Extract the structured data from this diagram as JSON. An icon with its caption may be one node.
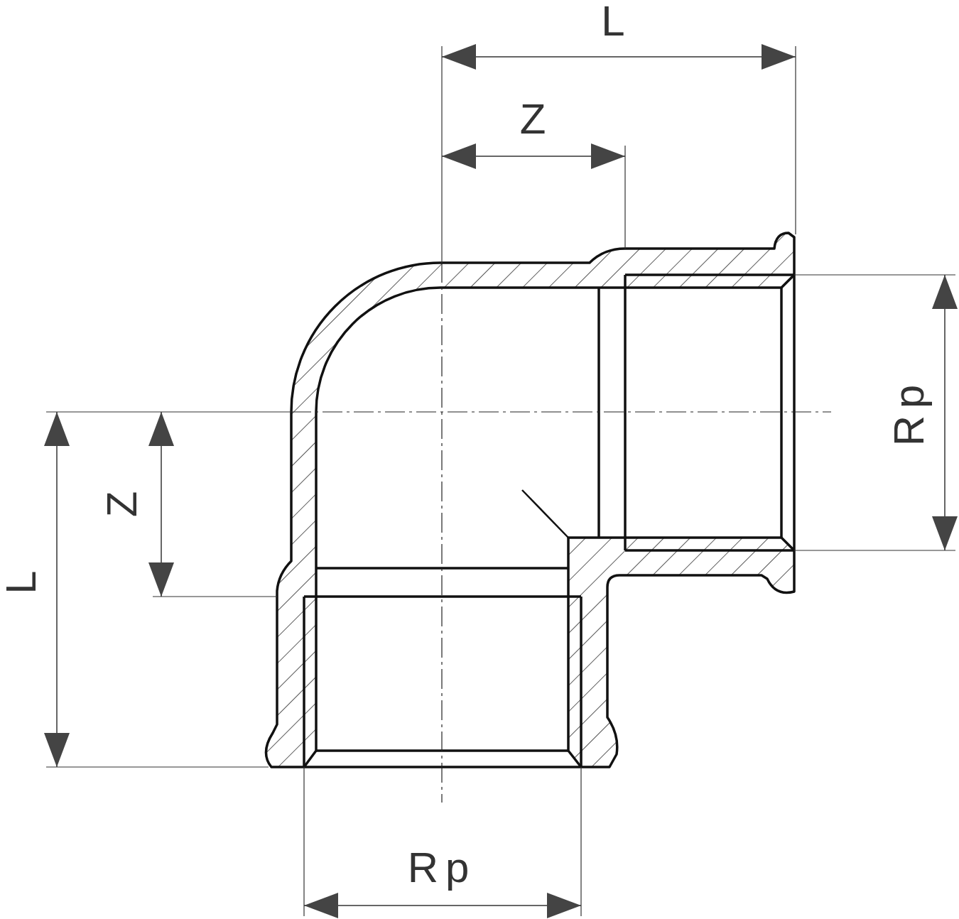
{
  "diagram": {
    "labels": [
      "L",
      "Z",
      "Rp",
      "Z",
      "L",
      "Rp"
    ]
  }
}
